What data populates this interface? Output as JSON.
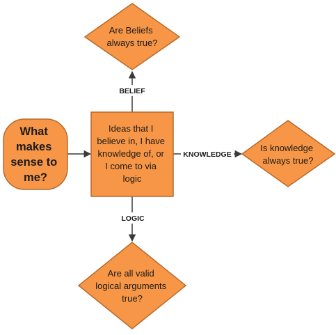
{
  "colors": {
    "shape_fill": "#F79646",
    "shape_stroke": "#B66A2C",
    "connector": "#3a3a3a",
    "text": "#1a1a1a"
  },
  "start": {
    "lines": [
      "What",
      "makes",
      "sense to",
      "me?"
    ]
  },
  "center": {
    "lines": [
      "Ideas that I",
      "believe in, I have",
      "knowledge of, or",
      "I come to via",
      "logic"
    ]
  },
  "top_decision": {
    "lines": [
      "Are Beliefs",
      "always true?"
    ]
  },
  "right_decision": {
    "lines": [
      "Is knowledge",
      "always true?"
    ]
  },
  "bottom_decision": {
    "lines": [
      "Are all valid",
      "logical arguments",
      "true?"
    ]
  },
  "edge_labels": {
    "belief": "BELIEF",
    "knowledge": "KNOWLEDGE",
    "logic": "LOGIC"
  }
}
